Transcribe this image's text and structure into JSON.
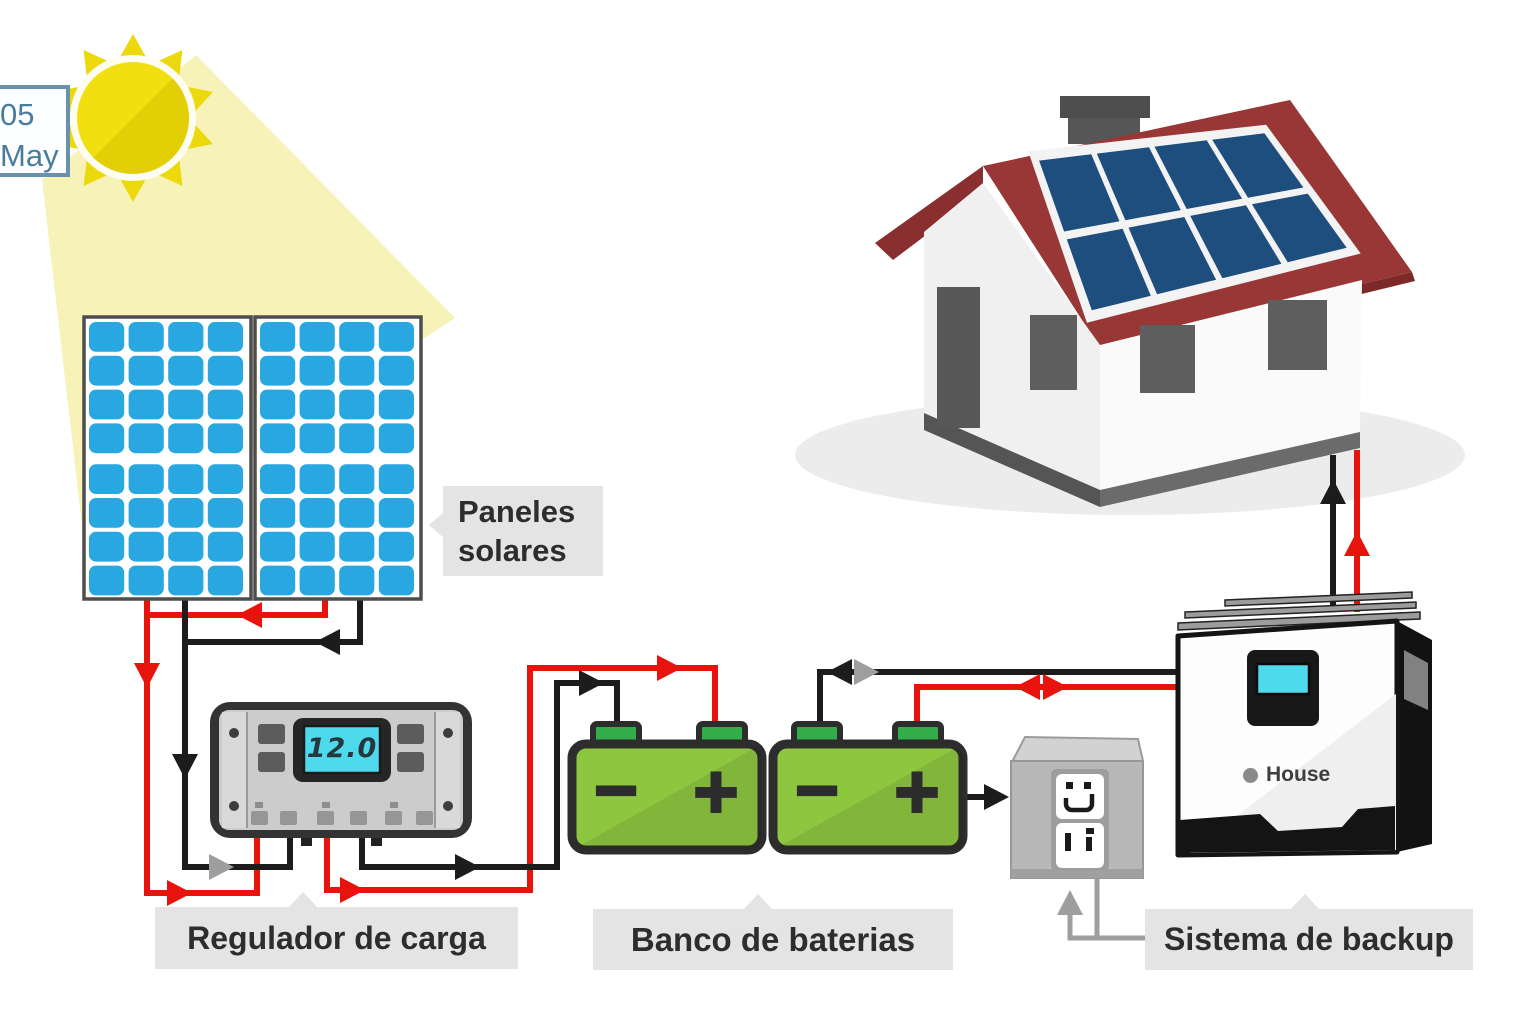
{
  "date_badge": {
    "day": "05",
    "month": "May"
  },
  "callouts": {
    "solar_panels": "Paneles solares",
    "charge_regulator": "Regulador de carga",
    "battery_bank": "Banco de baterias",
    "backup_system": "Sistema de backup"
  },
  "regulator": {
    "lcd_value": "12.0"
  },
  "inverter": {
    "device_label": "House"
  },
  "batteries": {
    "count": 2,
    "negative_symbol": "−",
    "positive_symbol": "+"
  },
  "solar_array": {
    "panel_count": 2,
    "cell_rows": 8,
    "cell_columns": 4
  },
  "house_roof_array": {
    "rows": 2,
    "columns": 4
  },
  "colors": {
    "wire_positive": "#e8130d",
    "wire_negative": "#1c1c1c",
    "wire_neutral": "#9e9e9e",
    "panel_cell": "#29a7e0",
    "roof": "#993636",
    "roof_edge": "#7c2929",
    "battery_body": "#8dc63f",
    "battery_terminal": "#33ad4a",
    "lcd_screen": "#4fd9ed",
    "sun_bright": "#f2df10",
    "sun_dark": "#d9c400",
    "sun_ray": "#ecd90c",
    "beam": "#f7f3b8",
    "label_bg": "#e4e4e4"
  }
}
